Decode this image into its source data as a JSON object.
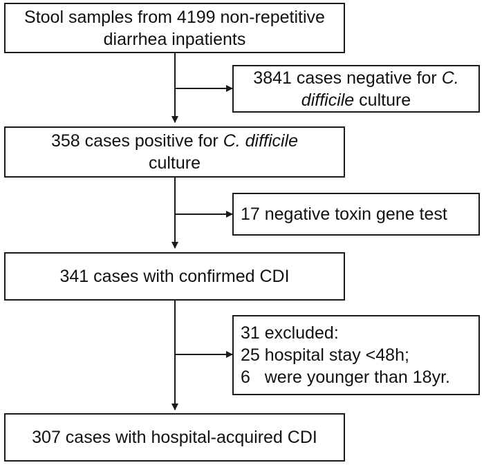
{
  "boxes": {
    "b1": {
      "line1": "Stool samples from 4199 non-repetitive",
      "line2": "diarrhea inpatients"
    },
    "b2": {
      "line1_pre": "3841 cases negative for ",
      "line1_ital": "C.",
      "line2_ital": "difficile",
      "line2_post": " culture"
    },
    "b3": {
      "line1_pre": "358 cases positive  for ",
      "line1_ital": "C. difficile",
      "line2": "culture"
    },
    "b4": {
      "line1": "17 negative toxin gene test"
    },
    "b5": {
      "line1": "341 cases with confirmed CDI"
    },
    "b6": {
      "line1": "31 excluded:",
      "line2": "25 hospital stay <48h;",
      "line3": "6   were younger than 18yr."
    },
    "b7": {
      "line1": "307 cases with hospital-acquired CDI"
    }
  }
}
